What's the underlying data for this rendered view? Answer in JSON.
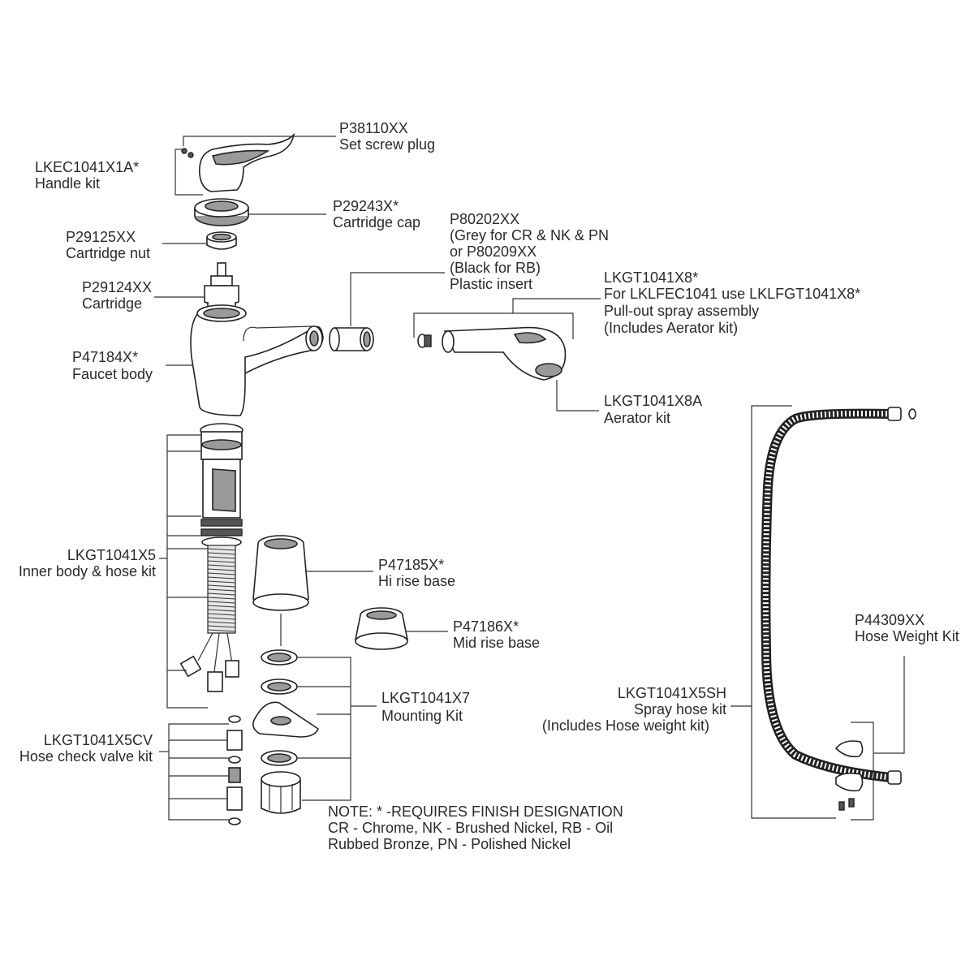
{
  "labels": {
    "set_screw_plug": {
      "part": "P38110XX",
      "desc": "Set screw plug"
    },
    "handle_kit": {
      "part": "LKEC1041X1A*",
      "desc": "Handle kit"
    },
    "cartridge_cap": {
      "part": "P29243X*",
      "desc": "Cartridge cap"
    },
    "cartridge_nut": {
      "part": "P29125XX",
      "desc": "Cartridge nut"
    },
    "plastic_insert": {
      "part": "P80202XX",
      "line2": "(Grey for CR & NK & PN",
      "line3": "or P80209XX",
      "line4": "(Black for RB)",
      "desc": "Plastic insert"
    },
    "cartridge": {
      "part": "P29124XX",
      "desc": "Cartridge"
    },
    "spray_assembly": {
      "part": "LKGT1041X8*",
      "line2": "For LKLFEC1041 use LKLFGT1041X8*",
      "desc": "Pull-out spray assembly",
      "line4": "(Includes Aerator kit)"
    },
    "faucet_body": {
      "part": "P47184X*",
      "desc": "Faucet body"
    },
    "aerator_kit": {
      "part": "LKGT1041X8A",
      "desc": "Aerator kit"
    },
    "inner_body": {
      "part": "LKGT1041X5",
      "desc": "Inner body & hose kit"
    },
    "hi_rise_base": {
      "part": "P47185X*",
      "desc": "Hi rise base"
    },
    "mid_rise_base": {
      "part": "P47186X*",
      "desc": "Mid rise base"
    },
    "hose_weight_kit": {
      "part": "P44309XX",
      "desc": "Hose Weight Kit"
    },
    "mounting_kit": {
      "part": "LKGT1041X7",
      "desc": "Mounting Kit"
    },
    "spray_hose_kit": {
      "part": "LKGT1041X5SH",
      "desc": "Spray hose kit",
      "line3": "(Includes Hose weight kit)"
    },
    "check_valve_kit": {
      "part": "LKGT1041X5CV",
      "desc": "Hose check valve kit"
    }
  },
  "note": {
    "line1": "NOTE: * -REQUIRES FINISH DESIGNATION",
    "line2": "CR - Chrome, NK - Brushed Nickel, RB - Oil",
    "line3": "Rubbed Bronze, PN - Polished Nickel"
  }
}
